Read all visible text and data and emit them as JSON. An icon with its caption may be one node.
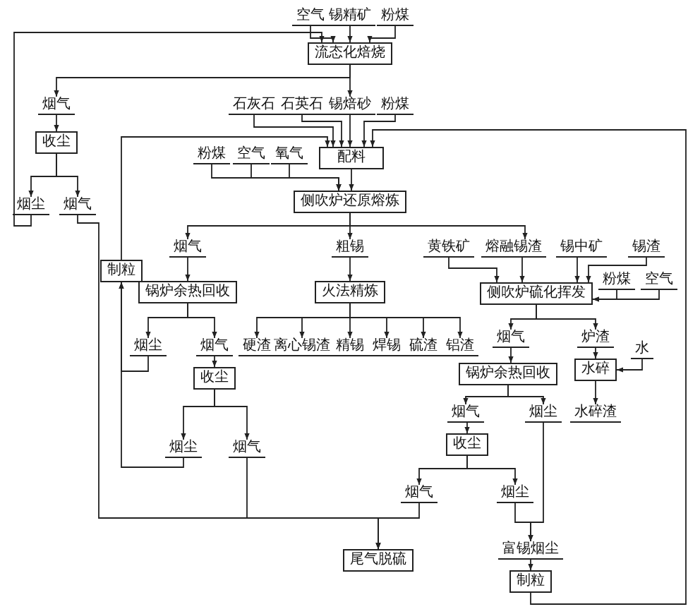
{
  "diagram": {
    "nodes": [
      {
        "text": [
          "空气"
        ]
      },
      {
        "text": [
          "锡精矿"
        ]
      },
      {
        "text": [
          "粉煤"
        ]
      },
      {
        "text": [
          "流态化焙烧"
        ]
      },
      {
        "text": [
          "烟气"
        ]
      },
      {
        "text": [
          "石灰石"
        ]
      },
      {
        "text": [
          "石英石"
        ]
      },
      {
        "text": [
          "锡焙砂"
        ]
      },
      {
        "text": [
          "粉煤"
        ]
      },
      {
        "text": [
          "收尘"
        ]
      },
      {
        "text": [
          "粉煤"
        ]
      },
      {
        "text": [
          "空气"
        ]
      },
      {
        "text": [
          "氧气"
        ]
      },
      {
        "text": [
          "配料"
        ]
      },
      {
        "text": [
          "烟尘"
        ]
      },
      {
        "text": [
          "烟气"
        ]
      },
      {
        "text": [
          "侧吹炉还原熔炼"
        ]
      },
      {
        "text": [
          "制粒"
        ]
      },
      {
        "text": [
          "烟气"
        ]
      },
      {
        "text": [
          "粗锡"
        ]
      },
      {
        "text": [
          "黄铁矿"
        ]
      },
      {
        "text": [
          "熔融锡渣"
        ]
      },
      {
        "text": [
          "锡中矿"
        ]
      },
      {
        "text": [
          "锡渣"
        ]
      },
      {
        "text": [
          "粉煤"
        ]
      },
      {
        "text": [
          "空气"
        ]
      },
      {
        "text": [
          "锅炉余热回收"
        ]
      },
      {
        "text": [
          "火法精炼"
        ]
      },
      {
        "text": [
          "侧吹炉硫化挥发"
        ]
      },
      {
        "text": [
          "烟尘"
        ]
      },
      {
        "text": [
          "烟气"
        ]
      },
      {
        "text": [
          "硬渣"
        ]
      },
      {
        "text": [
          "离心锡渣"
        ]
      },
      {
        "text": [
          "精锡"
        ]
      },
      {
        "text": [
          "焊锡"
        ]
      },
      {
        "text": [
          "硫渣"
        ]
      },
      {
        "text": [
          "铝渣"
        ]
      },
      {
        "text": [
          "烟气"
        ]
      },
      {
        "text": [
          "炉渣"
        ]
      },
      {
        "text": [
          "水"
        ]
      },
      {
        "text": [
          "锅炉余热回收"
        ]
      },
      {
        "text": [
          "水碎"
        ]
      },
      {
        "text": [
          "收尘"
        ]
      },
      {
        "text": [
          "烟气"
        ]
      },
      {
        "text": [
          "烟尘"
        ]
      },
      {
        "text": [
          "水碎渣"
        ]
      },
      {
        "text": [
          "收尘"
        ]
      },
      {
        "text": [
          "烟尘"
        ]
      },
      {
        "text": [
          "烟气"
        ]
      },
      {
        "text": [
          "烟气"
        ]
      },
      {
        "text": [
          "烟尘"
        ]
      },
      {
        "text": [
          "富锡烟尘"
        ]
      },
      {
        "text": [
          "尾气脱硫"
        ]
      },
      {
        "text": [
          "制粒"
        ]
      }
    ],
    "edges": [
      {
        "from": 0,
        "to": 3,
        "arrow": "to"
      },
      {
        "from": 1,
        "to": 3,
        "arrow": "to"
      },
      {
        "from": 2,
        "to": 3,
        "arrow": "to"
      },
      {
        "from": 14,
        "to": 3,
        "arrow": "to"
      },
      {
        "from": 3,
        "to": 4,
        "arrow": "to"
      },
      {
        "from": 3,
        "to": 7,
        "arrow": "to"
      },
      {
        "from": 4,
        "to": 9,
        "arrow": "to"
      },
      {
        "from": 9,
        "to": 14,
        "arrow": "to"
      },
      {
        "from": 9,
        "to": 15,
        "arrow": "to"
      },
      {
        "from": 5,
        "to": 13,
        "arrow": "to"
      },
      {
        "from": 6,
        "to": 13,
        "arrow": "to"
      },
      {
        "from": 7,
        "to": 13,
        "arrow": "to"
      },
      {
        "from": 8,
        "to": 13,
        "arrow": "to"
      },
      {
        "from": 53,
        "to": 13,
        "arrow": "to"
      },
      {
        "from": 17,
        "to": 13,
        "arrow": "to"
      },
      {
        "from": 15,
        "to": 52,
        "arrow": "to"
      },
      {
        "from": 10,
        "to": 16,
        "arrow": "to"
      },
      {
        "from": 11,
        "to": 16,
        "arrow": "to"
      },
      {
        "from": 12,
        "to": 16,
        "arrow": "to"
      },
      {
        "from": 13,
        "to": 16,
        "arrow": "to"
      },
      {
        "from": 16,
        "to": 18,
        "arrow": "to"
      },
      {
        "from": 16,
        "to": 19,
        "arrow": "to"
      },
      {
        "from": 16,
        "to": 21,
        "arrow": "to"
      },
      {
        "from": 18,
        "to": 26,
        "arrow": "to"
      },
      {
        "from": 19,
        "to": 27,
        "arrow": "to"
      },
      {
        "from": 26,
        "to": 29,
        "arrow": "to"
      },
      {
        "from": 26,
        "to": 30,
        "arrow": "to"
      },
      {
        "from": 29,
        "to": 17,
        "arrow": "to"
      },
      {
        "from": 30,
        "to": 42,
        "arrow": "to"
      },
      {
        "from": 27,
        "to": 31,
        "arrow": "to"
      },
      {
        "from": 27,
        "to": 32,
        "arrow": "to"
      },
      {
        "from": 27,
        "to": 33,
        "arrow": "to"
      },
      {
        "from": 27,
        "to": 34,
        "arrow": "to"
      },
      {
        "from": 27,
        "to": 35,
        "arrow": "to"
      },
      {
        "from": 27,
        "to": 36,
        "arrow": "to"
      },
      {
        "from": 20,
        "to": 28,
        "arrow": "to"
      },
      {
        "from": 21,
        "to": 28,
        "arrow": "to"
      },
      {
        "from": 22,
        "to": 28,
        "arrow": "to"
      },
      {
        "from": 23,
        "to": 28,
        "arrow": "to"
      },
      {
        "from": 24,
        "to": 28,
        "arrow": "to"
      },
      {
        "from": 25,
        "to": 28,
        "arrow": "to"
      },
      {
        "from": 28,
        "to": 37,
        "arrow": "to"
      },
      {
        "from": 28,
        "to": 38,
        "arrow": "to"
      },
      {
        "from": 37,
        "to": 40,
        "arrow": "to"
      },
      {
        "from": 38,
        "to": 41,
        "arrow": "to"
      },
      {
        "from": 39,
        "to": 41,
        "arrow": "to"
      },
      {
        "from": 40,
        "to": 43,
        "arrow": "to"
      },
      {
        "from": 40,
        "to": 44,
        "arrow": "to"
      },
      {
        "from": 41,
        "to": 45,
        "arrow": "to"
      },
      {
        "from": 43,
        "to": 46,
        "arrow": "to"
      },
      {
        "from": 42,
        "to": 47,
        "arrow": "to"
      },
      {
        "from": 42,
        "to": 48,
        "arrow": "to"
      },
      {
        "from": 46,
        "to": 49,
        "arrow": "to"
      },
      {
        "from": 46,
        "to": 50,
        "arrow": "to"
      },
      {
        "from": 47,
        "to": 17,
        "arrow": "to"
      },
      {
        "from": 48,
        "to": 52,
        "arrow": "to"
      },
      {
        "from": 49,
        "to": 52,
        "arrow": "to"
      },
      {
        "from": 44,
        "to": 51,
        "arrow": "to"
      },
      {
        "from": 50,
        "to": 51,
        "arrow": "to"
      },
      {
        "from": 51,
        "to": 53,
        "arrow": "to"
      }
    ]
  }
}
